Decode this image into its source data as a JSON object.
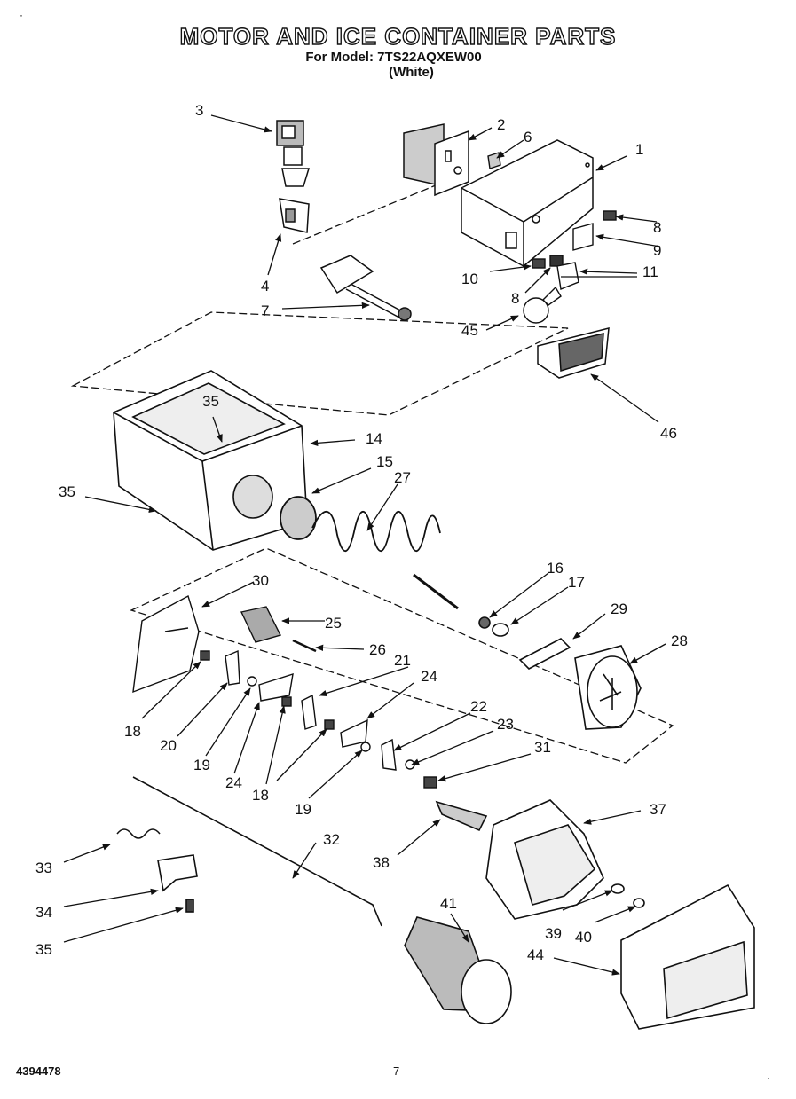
{
  "header": {
    "title": "MOTOR AND ICE CONTAINER PARTS",
    "model_line": "For Model: 7TS22AQXEW00",
    "color_line": "(White)"
  },
  "callouts": [
    "1",
    "2",
    "3",
    "4",
    "6",
    "7",
    "8",
    "8",
    "9",
    "10",
    "11",
    "14",
    "15",
    "16",
    "17",
    "18",
    "18",
    "19",
    "19",
    "20",
    "21",
    "22",
    "23",
    "24",
    "24",
    "25",
    "26",
    "27",
    "28",
    "29",
    "30",
    "31",
    "32",
    "33",
    "34",
    "35",
    "35",
    "35",
    "37",
    "38",
    "39",
    "40",
    "41",
    "44",
    "45",
    "46"
  ],
  "footer": {
    "part_number": "4394478",
    "page_number": "7"
  }
}
